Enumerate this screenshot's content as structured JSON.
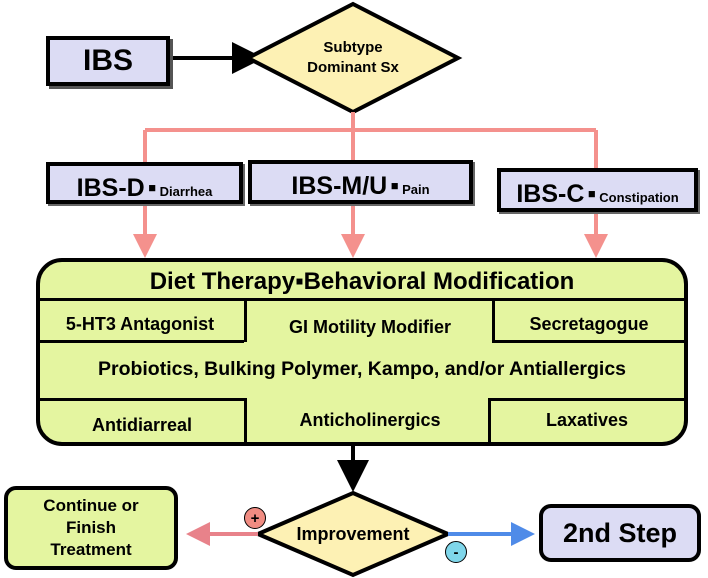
{
  "start": {
    "label": "IBS"
  },
  "decision_subtype": {
    "line1": "Subtype",
    "line2": "Dominant Sx"
  },
  "subtypes": [
    {
      "main": "IBS-D",
      "dot": "▪",
      "sub": "Diarrhea"
    },
    {
      "main": "IBS-M/U",
      "dot": "▪",
      "sub": "Pain"
    },
    {
      "main": "IBS-C",
      "dot": "▪",
      "sub": "Constipation"
    }
  ],
  "therapy": {
    "title": "Diet Therapy▪Behavioral Modification",
    "row1": [
      "5-HT3 Antagonist",
      "GI Motility Modifier",
      "Secretagogue"
    ],
    "row2": "Probiotics, Bulking Polymer, Kampo, and/or Antiallergics",
    "row3": [
      "Antidiarreal",
      "Anticholinergics",
      "Laxatives"
    ]
  },
  "decision_improvement": {
    "label": "Improvement"
  },
  "outcome_positive": {
    "line1": "Continue or",
    "line2": "Finish",
    "line3": "Treatment",
    "sign": "+"
  },
  "outcome_negative": {
    "label": "2nd Step",
    "sign": "-"
  },
  "colors": {
    "box_fill": "#dcdcf4",
    "diamond_fill": "#fdf1b4",
    "panel_fill": "#e4f5a0",
    "branch_arrow": "#f4918d",
    "positive_arrow": "#e8828a",
    "negative_arrow": "#4f8be8",
    "plus_badge": "#f08c82",
    "minus_badge": "#7fd6ea"
  }
}
